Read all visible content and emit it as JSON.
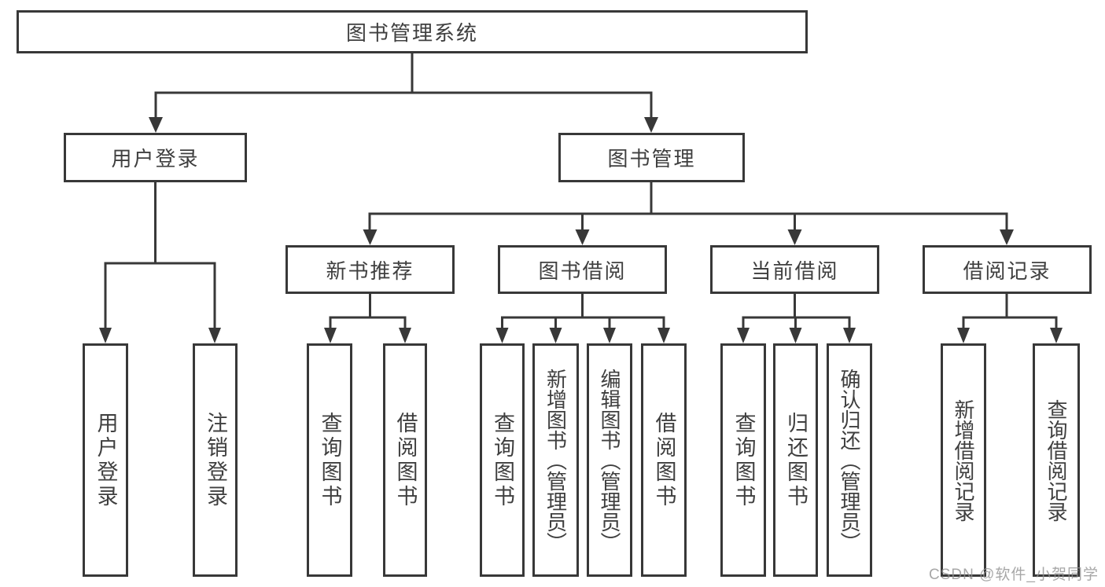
{
  "diagram": {
    "title": "图书管理系统",
    "branches": [
      {
        "label": "用户登录",
        "children": [
          {
            "label": "用户登录"
          },
          {
            "label": "注销登录"
          }
        ]
      },
      {
        "label": "图书管理",
        "children": [
          {
            "label": "新书推荐",
            "children": [
              {
                "label": "查询图书"
              },
              {
                "label": "借阅图书"
              }
            ]
          },
          {
            "label": "图书借阅",
            "children": [
              {
                "label": "查询图书"
              },
              {
                "label": "新增图书（管理员）"
              },
              {
                "label": "编辑图书（管理员）"
              },
              {
                "label": "借阅图书"
              }
            ]
          },
          {
            "label": "当前借阅",
            "children": [
              {
                "label": "查询图书"
              },
              {
                "label": "归还图书"
              },
              {
                "label": "确认归还（管理员）"
              }
            ]
          },
          {
            "label": "借阅记录",
            "children": [
              {
                "label": "新增借阅记录"
              },
              {
                "label": "查询借阅记录"
              }
            ]
          }
        ]
      }
    ]
  },
  "watermark": {
    "text": "CSDN @软件_小贺同学"
  },
  "colors": {
    "line": "#383838",
    "text": "#3f3f3f",
    "background": "#ffffff",
    "watermark": "#919191"
  }
}
